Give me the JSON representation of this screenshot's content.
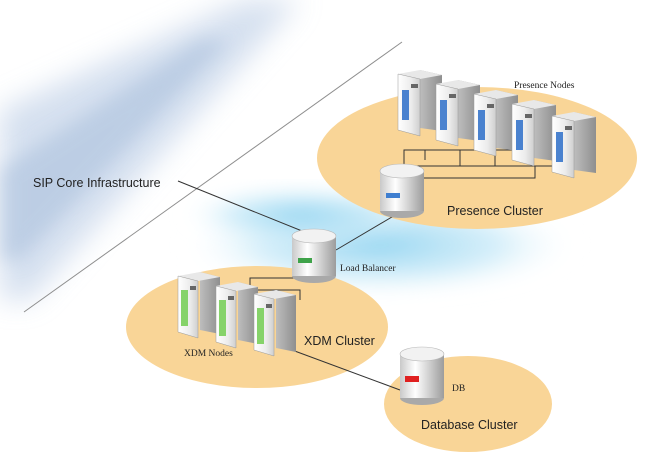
{
  "labels": {
    "sip_core": "SIP Core Infrastructure",
    "presence_nodes": "Presence Nodes",
    "presence_cluster": "Presence Cluster",
    "load_balancer": "Load Balancer",
    "xdm_nodes": "XDM Nodes",
    "xdm_cluster": "XDM Cluster",
    "db": "DB",
    "database_cluster": "Database Cluster"
  },
  "colors": {
    "cluster_fill": "#f9d597",
    "glow": "#a8dcf2",
    "server_light": "#f4f4f4",
    "server_dark": "#bdbdbd",
    "presence_led": "#3f7fd0",
    "xdm_led": "#7fcf5a",
    "db_led": "#e02020",
    "lb_led": "#3fa34a"
  },
  "icons": {
    "presence_server": "server-tower-icon",
    "xdm_server": "server-tower-icon",
    "load_balancer": "cylinder-device-icon",
    "database": "database-cylinder-icon"
  }
}
